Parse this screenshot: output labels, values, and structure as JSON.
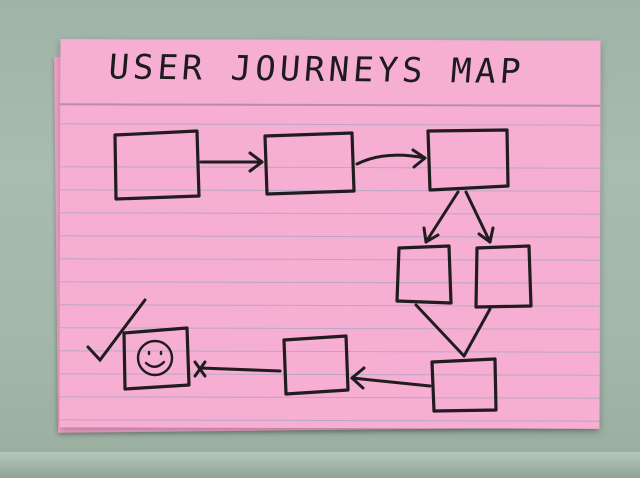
{
  "card": {
    "title": "USER JOURNEYS MAP",
    "background_color": "#f6aed2",
    "ink_color": "#201c20"
  },
  "diagram": {
    "nodes": [
      {
        "id": "step-1",
        "icon": "blank-box"
      },
      {
        "id": "step-2",
        "icon": "blank-box"
      },
      {
        "id": "step-3",
        "icon": "blank-box"
      },
      {
        "id": "branch-a",
        "icon": "blank-box"
      },
      {
        "id": "branch-b",
        "icon": "blank-box"
      },
      {
        "id": "merge",
        "icon": "blank-box"
      },
      {
        "id": "step-5",
        "icon": "blank-box"
      },
      {
        "id": "goal",
        "icon": "smiley-face-icon"
      }
    ],
    "edges": [
      {
        "from": "step-1",
        "to": "step-2"
      },
      {
        "from": "step-2",
        "to": "step-3"
      },
      {
        "from": "step-3",
        "to": "branch-a"
      },
      {
        "from": "step-3",
        "to": "branch-b"
      },
      {
        "from": "branch-a",
        "to": "merge"
      },
      {
        "from": "branch-b",
        "to": "merge"
      },
      {
        "from": "merge",
        "to": "step-5"
      },
      {
        "from": "step-5",
        "to": "goal"
      }
    ],
    "goal_marker": "checkmark-icon"
  }
}
